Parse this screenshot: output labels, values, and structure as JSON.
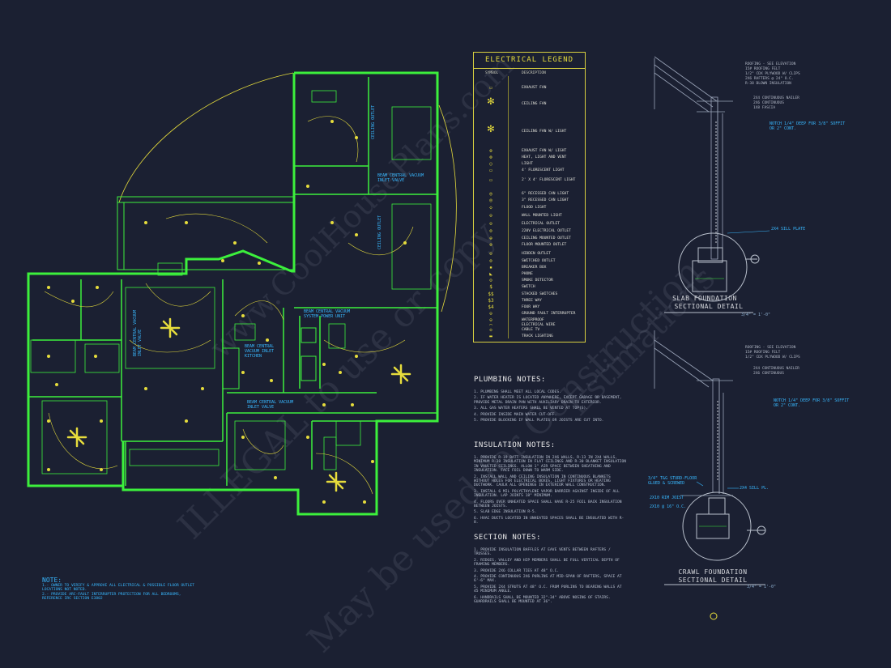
{
  "legend": {
    "title": "ELECTRICAL LEGEND",
    "col_symbol": "SYMBOL",
    "col_description": "DESCRIPTION",
    "items": [
      {
        "icon": "exhaust-fan-icon",
        "label": "EXHAUST FAN"
      },
      {
        "icon": "ceiling-fan-icon",
        "label": "CEILING FAN"
      },
      {
        "icon": "ceiling-fan-light-icon",
        "label": "CEILING FAN W/ LIGHT"
      },
      {
        "icon": "exhaust-fan-light-icon",
        "label": "EXHAUST FAN W/ LIGHT"
      },
      {
        "icon": "heat-light-vent-icon",
        "label": "HEAT, LIGHT AND VENT"
      },
      {
        "icon": "light-icon",
        "label": "LIGHT"
      },
      {
        "icon": "florescent-light-icon",
        "label": "4' FLORESCENT LIGHT"
      },
      {
        "icon": "florescent-2x4-icon",
        "label": "2' X 4' FLORESCENT LIGHT"
      },
      {
        "icon": "recessed-can-6-icon",
        "label": "6\" RECESSED CAN LIGHT"
      },
      {
        "icon": "recessed-can-3-icon",
        "label": "3\" RECESSED CAN LIGHT"
      },
      {
        "icon": "flood-light-icon",
        "label": "FLOOD LIGHT"
      },
      {
        "icon": "wall-light-icon",
        "label": "WALL MOUNTED LIGHT"
      },
      {
        "icon": "outlet-icon",
        "label": "ELECTRICAL OUTLET"
      },
      {
        "icon": "outlet-220-icon",
        "label": "220V ELECTRICAL OUTLET"
      },
      {
        "icon": "ceiling-outlet-icon",
        "label": "CEILING MOUNTED OUTLET"
      },
      {
        "icon": "floor-outlet-icon",
        "label": "FLOOR MOUNTED OUTLET"
      },
      {
        "icon": "hidden-outlet-icon",
        "label": "HIDDEN OUTLET"
      },
      {
        "icon": "switched-outlet-icon",
        "label": "SWITCHED OUTLET"
      },
      {
        "icon": "breaker-box-icon",
        "label": "BREAKER BOX"
      },
      {
        "icon": "phone-icon",
        "label": "PHONE"
      },
      {
        "icon": "smoke-detector-icon",
        "label": "SMOKE DETECTOR"
      },
      {
        "icon": "switch-icon",
        "label": "SWITCH"
      },
      {
        "icon": "stacked-switches-icon",
        "label": "STACKED SWITCHES"
      },
      {
        "icon": "three-way-icon",
        "label": "THREE WAY"
      },
      {
        "icon": "four-way-icon",
        "label": "FOUR WAY"
      },
      {
        "icon": "gfi-icon",
        "label": "GROUND FAULT INTERRUPTER"
      },
      {
        "icon": "waterproof-icon",
        "label": "WATERPROOF"
      },
      {
        "icon": "electrical-wire-icon",
        "label": "ELECTRICAL WIRE"
      },
      {
        "icon": "cable-tv-icon",
        "label": "CABLE TV"
      },
      {
        "icon": "track-lighting-icon",
        "label": "TRACK LIGHTING"
      }
    ]
  },
  "plumbing": {
    "title": "PLUMBING NOTES:",
    "notes": [
      "1. PLUMBING SHALL MEET ALL LOCAL CODES.",
      "2. IF WATER HEATER IS LOCATED ANYWHERE, EXCEPT GARAGE OR BASEMENT, PROVIDE METAL DRAIN PAN WITH AUXILIARY DRAIN TO EXTERIOR.",
      "3. ALL GAS WATER HEATERS SHALL BE VENTED AT TOP(S).",
      "4. PROVIDE INSIDE MAIN WATER CUT-OFF.",
      "5. PROVIDE BLOCKING IF WALL PLATES OR JOISTS ARE CUT INTO."
    ]
  },
  "insulation": {
    "title": "INSULATION NOTES:",
    "notes": [
      "1. PROVIDE R-19 BATT INSULATION IN 2X6 WALLS, R-13 IN 2X4 WALLS, MINIMUM R-38 INSULATION IN FLAT CEILINGS AND R-30 BLANKET INSULATION IN VAULTED CEILINGS. ALLOW 1\" AIR SPACE BETWEEN SHEATHING AND INSULATION. FACE FOIL DOWN TO WARM SIDE.",
      "2. INSTALL WALL AND CEILING INSULATION IN CONTINUOUS BLANKETS WITHOUT HOLES FOR ELECTRICAL BOXES, LIGHT FIXTURES OR HEATING DUCTWORK. CAULK ALL OPENINGS IN EXTERIOR WALL CONSTRUCTION.",
      "3. INSTALL 6 MIL POLYETHYLENE VAPOR BARRIER AGAINST INSIDE OF ALL INSULATION. LAP JOINTS 18\" MINIMUM.",
      "4. FLOORS OVER UNHEATED SPACE SHALL HAVE R-25 FOIL BACK INSULATION BETWEEN JOISTS.",
      "5. SLAB EDGE INSULATION R-5.",
      "6. HVAC DUCTS LOCATED IN UNHEATED SPACES SHALL BE INSULATED WITH R-8."
    ]
  },
  "section": {
    "title": "SECTION NOTES:",
    "notes": [
      "1. PROVIDE INSULATION BAFFLES AT EAVE VENTS BETWEEN RAFTERS / TRUSSES.",
      "2. RIDGES, VALLEY AND HIP MEMBERS SHALL BE FULL VERTICAL DEPTH OF FRAMING MEMBERS.",
      "3. PROVIDE 2X6 COLLAR TIES AT 48\" O.C.",
      "4. PROVIDE CONTINUOUS 2X6 PURLINS AT MID-SPAN OF RAFTERS, SPACE AT 6'-6\" MAX.",
      "5. PROVIDE 2X4 STRUTS AT 48\" O.C. FROM PURLINS TO BEARING WALLS AT 45 MINIMUM ANGLE.",
      "6. HANDRAILS SHALL BE MOUNTED 32\"-34\" ABOVE NOSING OF STAIRS. GUARDRAILS SHALL BE MOUNTED AT 36\"."
    ]
  },
  "note": {
    "title": "NOTE:",
    "lines": [
      "1.- OWNER TO VERIFY & APPROVE ALL ELECTRICAL & POSSIBLE FLOOR OUTLET LOCATIONS NOT NOTED.",
      "2.- PROVIDE ARC-FAULT INTERRUPTER PROTECTION FOR ALL BEDROOMS, REFERENCE IRC SECTION E3802"
    ]
  },
  "plan_labels": {
    "ceiling_outlet_1": "CEILING OUTLET",
    "ceiling_outlet_2": "CEILING OUTLET",
    "vac_valve_1": "BEAM CENTRAL VACUUM INLET VALVE",
    "vac_valve_2": "BEAM CENTRAL VACUUM INLET VALVE",
    "vac_power": "BEAM CENTRAL VACUUM SYSTEM POWER UNIT",
    "vac_kitchen": "BEAM CENTRAL VACUUM INLET KITCHEN",
    "vac_valve_3": "BEAM CENTRAL VACUUM INLET VALVE"
  },
  "details": {
    "slab_title_1": "SLAB FOUNDATION",
    "slab_title_2": "SECTIONAL DETAIL",
    "slab_scale": "3/4\" = 1'-0\"",
    "slab_sill": "2X4 SILL PLATE",
    "crawl_title_1": "CRAWL FOUNDATION",
    "crawl_title_2": "SECTIONAL DETAIL",
    "crawl_scale": "3/4\" = 1'-0\"",
    "crawl_sill": "2X4 SILL PL.",
    "rim_joist": "2X10 RIM JOIST",
    "joist": "2X10 @ 16\" O.C.",
    "tg_studs": "3/4\" T&G STURD-FLOOR GLUED & SCREWED",
    "notch_1": "NOTCH 1/4\" DEEP FOR 3/8\" SOFFIT",
    "notch_1b": "OR 2\" CONT.",
    "notch_2": "NOTCH 1/4\" DEEP FOR 3/8\" SOFFIT",
    "notch_2b": "OR 2\" CONT."
  },
  "watermark": {
    "line1": "ILLEGAL to use or copy",
    "line2": "May be used for Construction",
    "line3": "Estimations",
    "line4": "www.CoolHousePlans.com"
  },
  "colors": {
    "background": "#1b2032",
    "walls": "#3cf03c",
    "fixtures": "#e6dc3c",
    "text_blue": "#38b8ff",
    "detail_lines": "#9aa4b8"
  }
}
